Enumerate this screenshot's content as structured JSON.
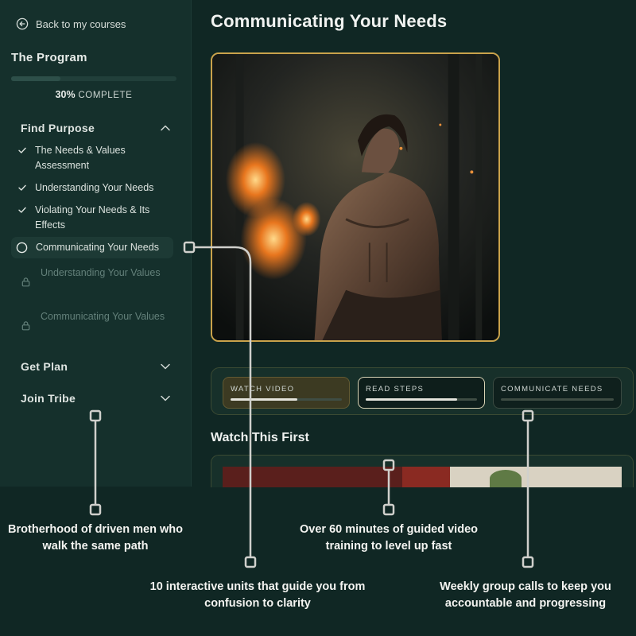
{
  "sidebar": {
    "back_label": "Back to my courses",
    "program_title": "The Program",
    "progress": {
      "percent_label": "30%",
      "complete_label": "COMPLETE",
      "fraction": 0.3
    },
    "sections": [
      {
        "title": "Find Purpose",
        "expanded": true
      },
      {
        "title": "Get Plan",
        "expanded": false
      },
      {
        "title": "Join Tribe",
        "expanded": false
      }
    ],
    "lessons": [
      {
        "label": "The Needs & Values Assessment",
        "status": "completed"
      },
      {
        "label": "Understanding Your Needs",
        "status": "completed"
      },
      {
        "label": "Violating Your Needs & Its Effects",
        "status": "completed"
      },
      {
        "label": "Communicating Your Needs",
        "status": "current"
      },
      {
        "label": "Understanding Your Values",
        "status": "locked"
      },
      {
        "label": "Communicating Your Values",
        "status": "locked"
      }
    ]
  },
  "main": {
    "title": "Communicating Your Needs",
    "tabs": [
      {
        "label": "WATCH VIDEO",
        "progress": 0.6
      },
      {
        "label": "READ STEPS",
        "progress": 0.82
      },
      {
        "label": "COMMUNICATE NEEDS",
        "progress": 0
      }
    ],
    "watch_first_heading": "Watch This First"
  },
  "callouts": [
    {
      "text": "Brotherhood of driven men who walk the same path"
    },
    {
      "text": "Over 60 minutes of guided video training to level up fast"
    },
    {
      "text": "10 interactive units that guide you from confusion to clarity"
    },
    {
      "text": "Weekly group calls to keep you accountable and progressing"
    }
  ],
  "colors": {
    "background": "#102724",
    "sidebar": "#15302c",
    "accent_gold": "#c9a24b",
    "callout_line": "#d0d0cc"
  },
  "icons": {
    "back": "arrow-left-circle-icon",
    "completed": "check-icon",
    "current": "circle-icon",
    "locked": "lock-icon",
    "expanded": "chevron-up-icon",
    "collapsed": "chevron-down-icon"
  }
}
